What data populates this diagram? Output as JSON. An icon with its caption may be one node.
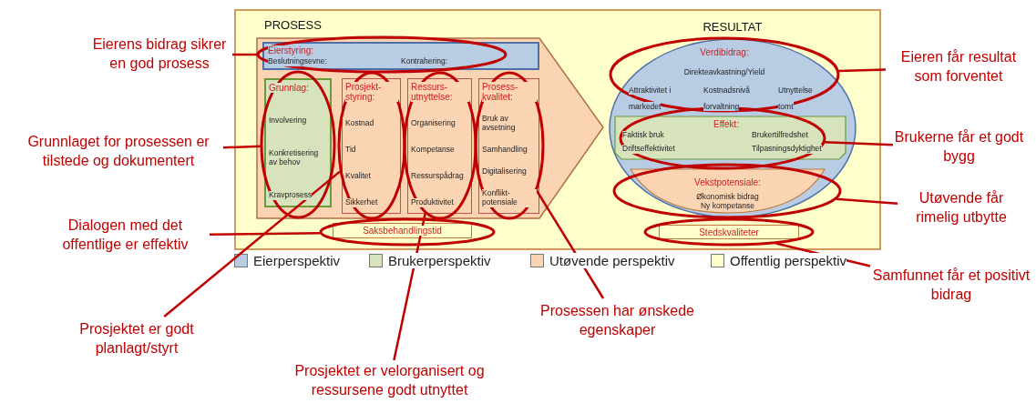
{
  "diagram": {
    "nodes": [
      {
        "text": [
          "PROSESS"
        ]
      },
      {
        "text": [],
        "shape": "ellipse",
        "in": 0
      },
      {
        "text": [
          "Eierstyring:",
          "Beslutningsevne:",
          "Kontrahering:"
        ],
        "in": 0
      },
      {
        "text": [],
        "shape": "ellipse",
        "in": 0
      },
      {
        "text": [
          "Grunnlag:",
          "Involvering",
          "Konkretisering av behov",
          "Kravprosess"
        ],
        "in": 3
      },
      {
        "text": [],
        "shape": "ellipse",
        "in": 0
      },
      {
        "text": [
          "Prosjekt-styring:",
          "Kostnad",
          "Tid",
          "Kvalitet",
          "Sikkerhet"
        ],
        "in": 5
      },
      {
        "text": [],
        "shape": "ellipse",
        "in": 0
      },
      {
        "text": [
          "Ressurs-utnyttelse:",
          "Organisering",
          "Kompetanse",
          "Ressurspådrag",
          "Produktivitet"
        ],
        "in": 7
      },
      {
        "text": [],
        "shape": "ellipse",
        "in": 0
      },
      {
        "text": [
          "Prosess-kvalitet:",
          "Bruk av avsetning",
          "Samhandling",
          "Digitalisering",
          "Konflikt-potensiale"
        ],
        "in": 9
      },
      {
        "text": [],
        "shape": "ellipse"
      },
      {
        "text": [
          "Saksbehandlingstid"
        ],
        "in": 11
      },
      {
        "text": [
          "RESULTAT"
        ]
      },
      {
        "text": [
          "Verdibidrag:",
          "Direkteavkastning/Yield",
          "Attraktivitet i markedet",
          "Kostnadsnivå forvaltning",
          "Utnyttelse tomt"
        ],
        "in": 13
      },
      {
        "text": [],
        "shape": "ellipse",
        "in": 13
      },
      {
        "text": [
          "Effekt:",
          "Faktisk bruk",
          "Brukertilfredshet",
          "Driftseffektivitet",
          "Tilpasningsdyktighet"
        ],
        "in": 13
      },
      {
        "text": [],
        "shape": "ellipse",
        "in": 13
      },
      {
        "text": [
          "Vekstpotensiale:",
          "Økonomisk bidrag",
          "Ny kompetanse"
        ],
        "in": 17
      },
      {
        "text": [],
        "shape": "ellipse"
      },
      {
        "text": [
          "Stedskvaliteter"
        ],
        "in": 19
      },
      {
        "text": [
          "Eierens bidrag sikrer en god prosess"
        ]
      },
      {
        "text": [
          "Grunnlaget for prosessen er tilstede og dokumentert"
        ]
      },
      {
        "text": [
          "Dialogen med det offentlige er effektiv"
        ]
      },
      {
        "text": [
          "Prosjektet er godt planlagt/styrt"
        ]
      },
      {
        "text": [
          "Prosjektet er velorganisert og ressursene godt utnyttet"
        ]
      },
      {
        "text": [
          "Prosessen har ønskede egenskaper"
        ]
      },
      {
        "text": [
          "Eieren får resultat som forventet"
        ]
      },
      {
        "text": [
          "Brukerne får et godt bygg"
        ]
      },
      {
        "text": [
          "Utøvende får rimelig utbytte"
        ]
      },
      {
        "text": [
          "Samfunnet får et positivt bidrag"
        ]
      }
    ],
    "edges": [
      {
        "from": 21,
        "to": 1,
        "arrow": "none"
      },
      {
        "from": 22,
        "to": 3,
        "arrow": "none"
      },
      {
        "from": 23,
        "to": 11,
        "arrow": "none"
      },
      {
        "from": 24,
        "to": 5,
        "arrow": "none"
      },
      {
        "from": 25,
        "to": 7,
        "arrow": "none"
      },
      {
        "from": 26,
        "to": 9,
        "arrow": "none"
      },
      {
        "from": 27,
        "to": 14,
        "arrow": "none"
      },
      {
        "from": 28,
        "to": 15,
        "arrow": "none"
      },
      {
        "from": 29,
        "to": 17,
        "arrow": "none"
      },
      {
        "from": 30,
        "to": 19,
        "arrow": "none"
      }
    ],
    "legend": [
      {
        "text": "Eierperspektiv",
        "color": "#b8cce4"
      },
      {
        "text": "Brukerperspektiv",
        "color": "#d6e3bc"
      },
      {
        "text": "Utøvende perspektiv",
        "color": "#fbd4b4"
      },
      {
        "text": "Offentlig perspektiv",
        "color": "#ffffcc"
      }
    ]
  }
}
